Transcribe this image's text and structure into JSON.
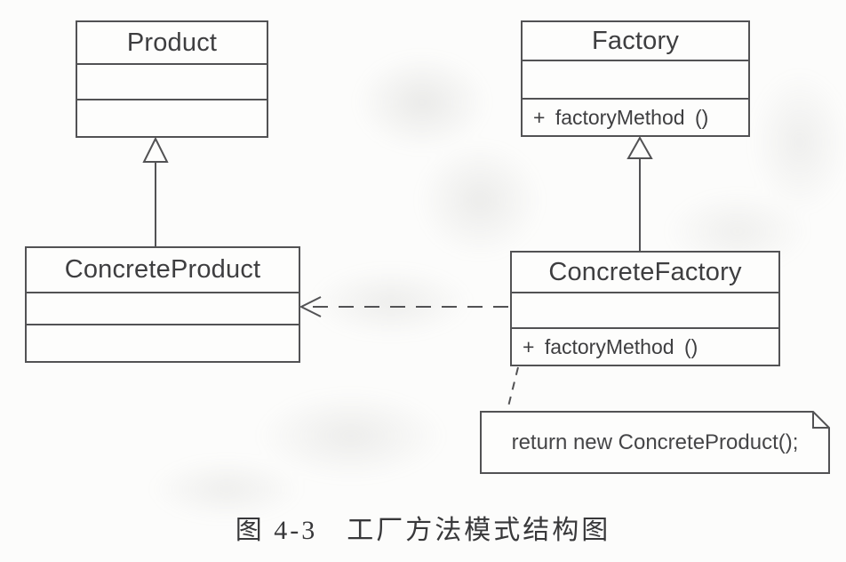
{
  "figure": {
    "caption": "图 4-3　工厂方法模式结构图",
    "subject": "Factory Method pattern UML structure diagram"
  },
  "diagram": {
    "type": "uml-class-diagram",
    "classes": [
      {
        "id": "product",
        "name": "Product",
        "attributes_text": "",
        "operations_text": ""
      },
      {
        "id": "factory",
        "name": "Factory",
        "attributes_text": "",
        "operations_text": "+ factoryMethod ()"
      },
      {
        "id": "concrete-product",
        "name": "ConcreteProduct",
        "attributes_text": "",
        "operations_text": ""
      },
      {
        "id": "concrete-factory",
        "name": "ConcreteFactory",
        "attributes_text": "",
        "operations_text": "+ factoryMethod ()"
      }
    ],
    "note": {
      "text": "return new ConcreteProduct();",
      "attached_to": "concrete-factory"
    },
    "relationships": [
      {
        "from": "ConcreteProduct",
        "to": "Product",
        "type": "generalization",
        "style": "solid line, hollow triangle arrowhead"
      },
      {
        "from": "ConcreteFactory",
        "to": "Factory",
        "type": "generalization",
        "style": "solid line, hollow triangle arrowhead"
      },
      {
        "from": "ConcreteFactory",
        "to": "ConcreteProduct",
        "type": "dependency",
        "style": "dashed line, open arrowhead"
      },
      {
        "from": "note",
        "to": "ConcreteFactory",
        "type": "note-anchor",
        "style": "dashed line"
      }
    ],
    "colors": {
      "line": "#525254",
      "text": "#3e3e40",
      "background": "#fcfcfb",
      "box_fill": "#fdfdfc"
    }
  }
}
